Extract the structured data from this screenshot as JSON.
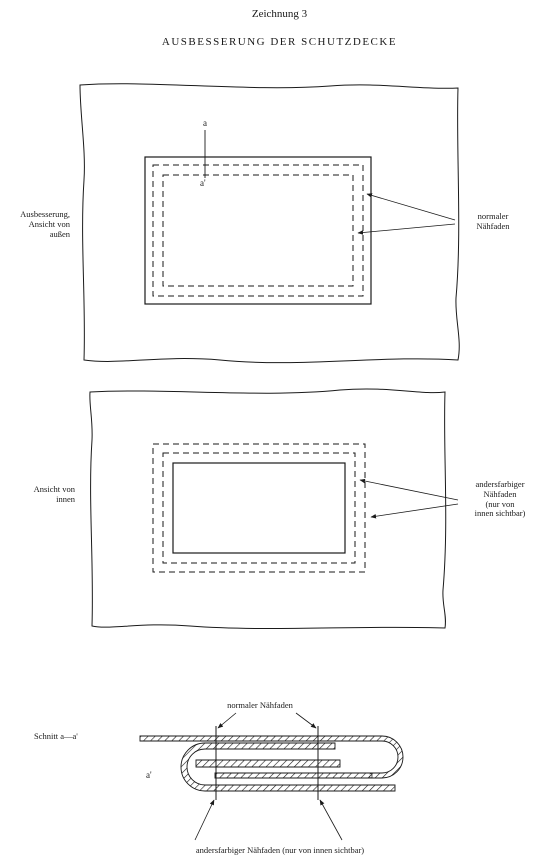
{
  "header": {
    "drawing_number": "Zeichnung 3",
    "title": "AUSBESSERUNG DER SCHUTZDECKE"
  },
  "figure_top": {
    "view_label": [
      "Ausbesserung,",
      "Ansicht von",
      "außen"
    ],
    "thread_label": [
      "normaler",
      "Nähfaden"
    ],
    "section_a": "a",
    "section_a_prime": "a'"
  },
  "figure_middle": {
    "view_label": [
      "Ansicht von",
      "innen"
    ],
    "thread_label": [
      "andersfarbiger",
      "Nähfaden",
      "(nur von",
      "innen sichtbar)"
    ]
  },
  "figure_bottom": {
    "section_label": "Schnitt a—a'",
    "top_thread_label": "normaler Nähfaden",
    "bottom_thread_label": "andersfarbiger Nähfaden (nur von innen sichtbar)",
    "end_left": "a'",
    "end_right": "a"
  },
  "colors": {
    "ink": "#1a1a1a",
    "paper": "#ffffff"
  }
}
